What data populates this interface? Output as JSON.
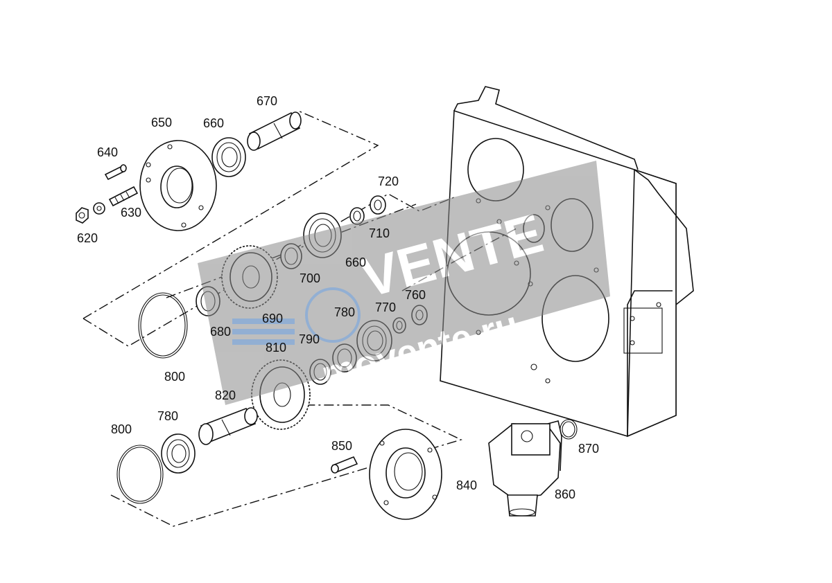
{
  "labels": {
    "l620": "620",
    "l630": "630",
    "l640": "640",
    "l650": "650",
    "l660a": "660",
    "l670": "670",
    "l720": "720",
    "l710": "710",
    "l660b": "660",
    "l700": "700",
    "l690": "690",
    "l680": "680",
    "l800a": "800",
    "l760": "760",
    "l780a": "780",
    "l770": "770",
    "l790": "790",
    "l810": "810",
    "l820": "820",
    "l780b": "780",
    "l800b": "800",
    "l850": "850",
    "l840": "840",
    "l860": "860",
    "l870": "870"
  },
  "watermark": {
    "brand": "VENTE",
    "url": "movente.ru",
    "color": "#8a8a8a",
    "accent": "#3a6fb0"
  }
}
